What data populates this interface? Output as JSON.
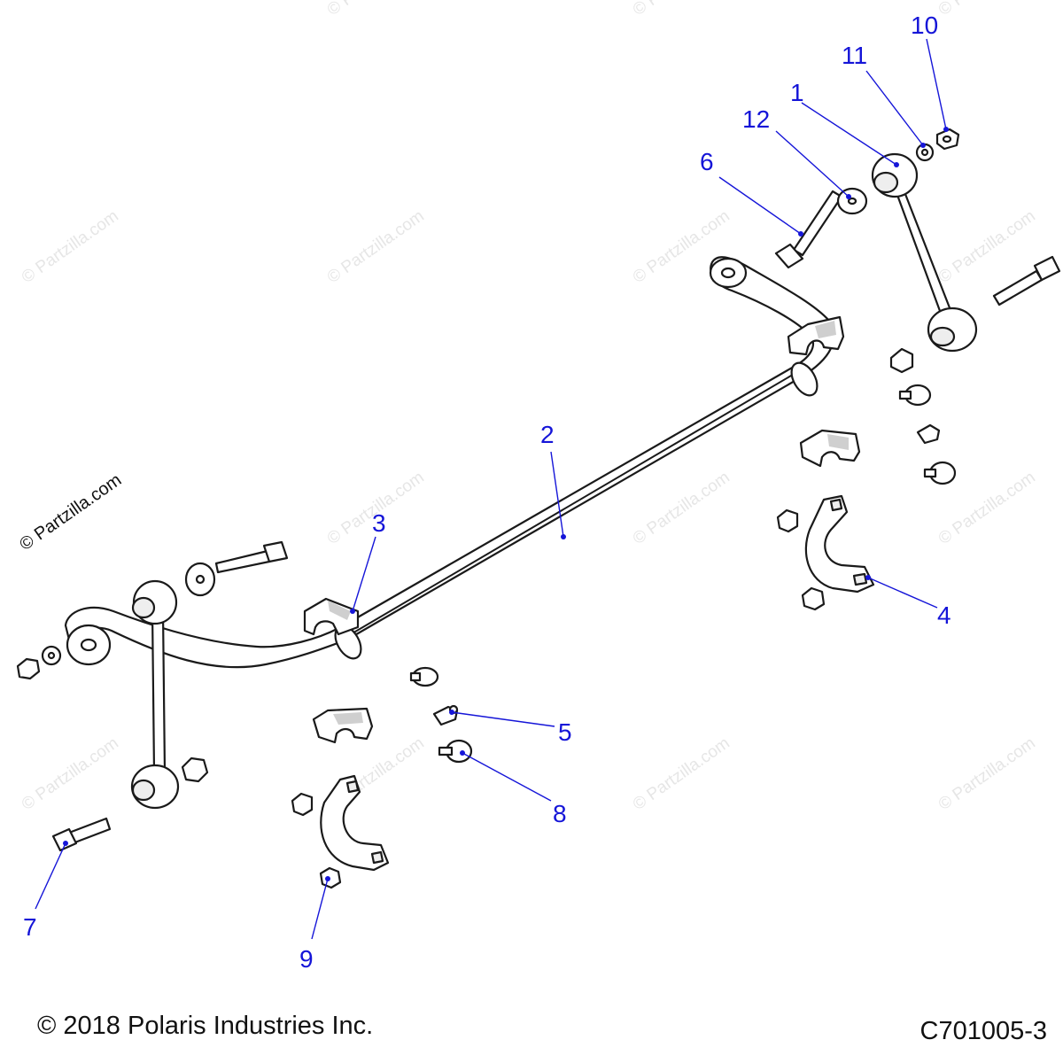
{
  "watermark": "© Partzilla.com",
  "credit": "© Partzilla.com",
  "footer": {
    "copyright": "© 2018 Polaris Industries Inc.",
    "diagram_id": "C701005-3"
  },
  "callouts": [
    {
      "label": "1"
    },
    {
      "label": "2"
    },
    {
      "label": "3"
    },
    {
      "label": "4"
    },
    {
      "label": "5"
    },
    {
      "label": "6"
    },
    {
      "label": "7"
    },
    {
      "label": "8"
    },
    {
      "label": "9"
    },
    {
      "label": "10"
    },
    {
      "label": "11"
    },
    {
      "label": "12"
    }
  ],
  "colors": {
    "callout": "#1515d8",
    "line": "#1a1a1a",
    "watermark": "#e6e6e6"
  }
}
